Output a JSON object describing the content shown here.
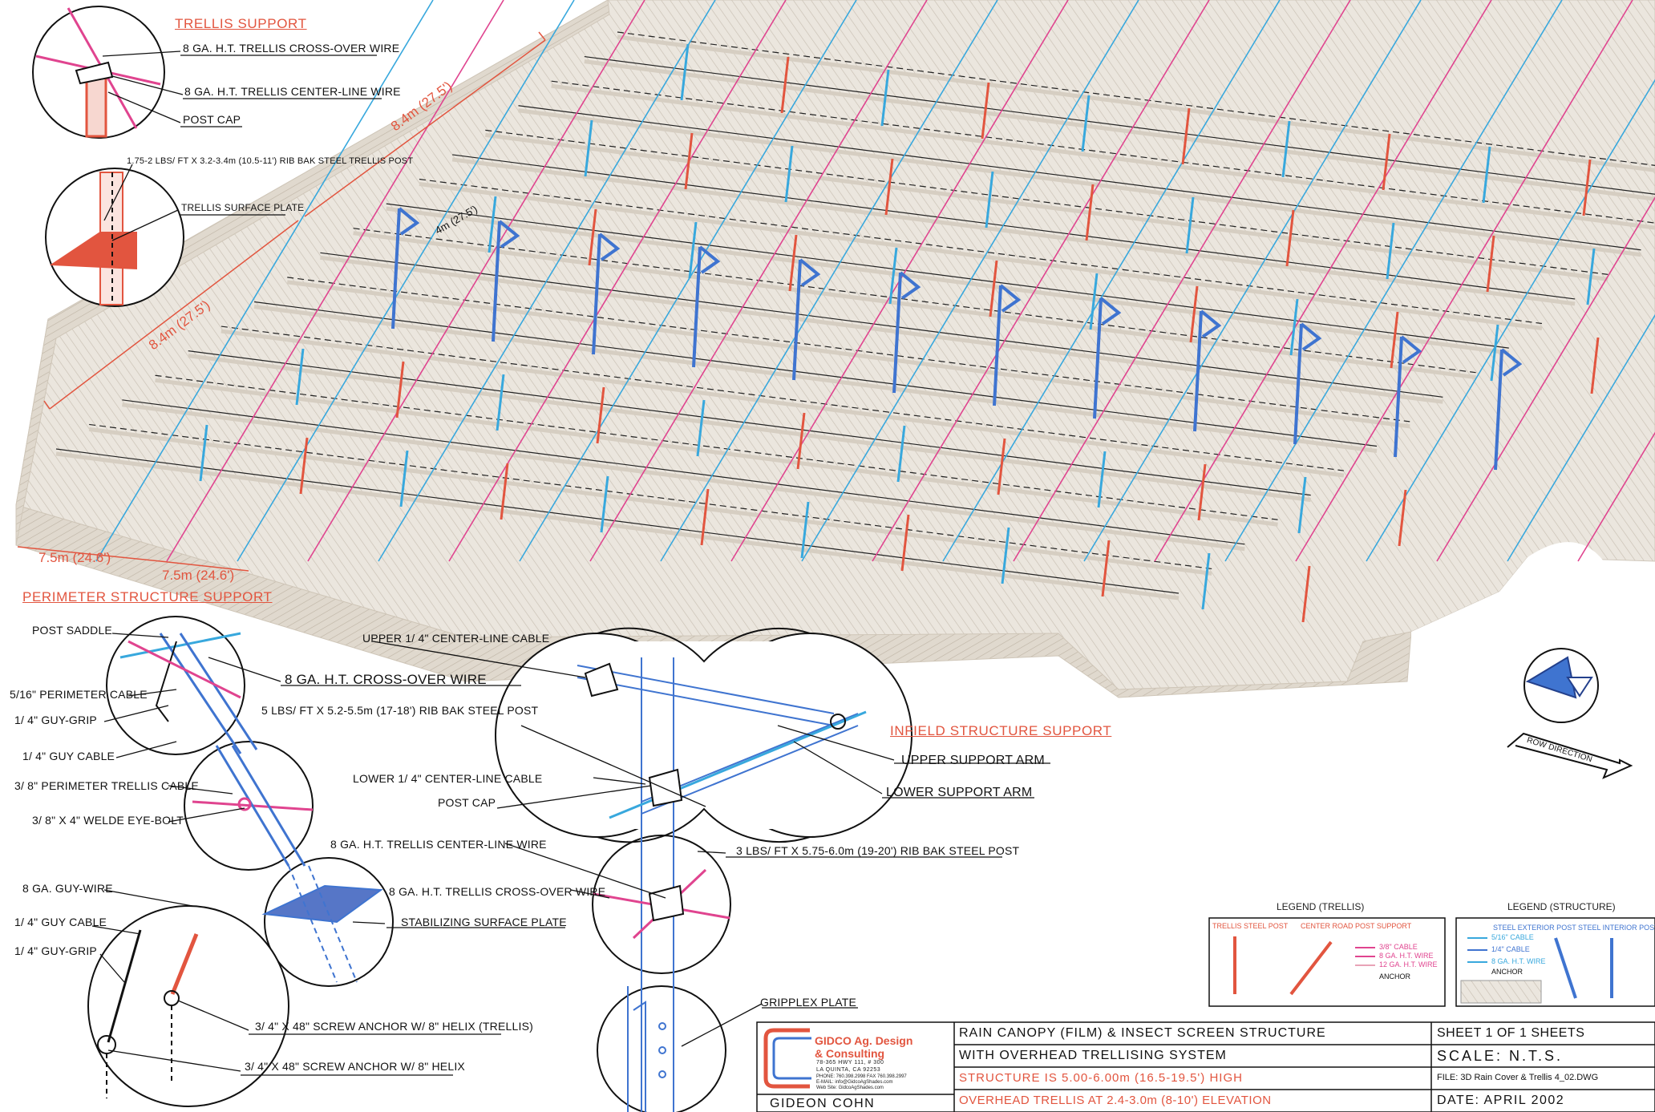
{
  "trellis_support": {
    "title": "TRELLIS SUPPORT",
    "labels": {
      "cross_over_wire": "8 GA. H.T. TRELLIS CROSS-OVER WIRE",
      "center_line_wire": "8 GA. H.T. TRELLIS CENTER-LINE WIRE",
      "post_cap": "POST CAP",
      "trellis_post": "1.75-2 LBS/ FT X 3.2-3.4m (10.5-11') RIB BAK STEEL TRELLIS POST",
      "surface_plate": "TRELLIS SURFACE PLATE"
    }
  },
  "dimensions": {
    "bay_length_upper": "8.4m (27.5')",
    "bay_length_lower": "8.4m (27.5')",
    "inner_length": "4m (27.5')",
    "row_width_1": "7.5m (24.6')",
    "row_width_2": "7.5m (24.6')"
  },
  "perimeter_support": {
    "title": "PERIMETER STRUCTURE SUPPORT",
    "labels": {
      "post_saddle": "POST SADDLE",
      "cross_over_wire": "8 GA. H.T. CROSS-OVER WIRE",
      "perimeter_cable": "5/16\" PERIMETER CABLE",
      "guy_grip": "1/ 4\" GUY-GRIP",
      "steel_post": "5 LBS/ FT X 5.2-5.5m (17-18') RIB BAK STEEL POST",
      "guy_cable": "1/ 4\" GUY CABLE",
      "trellis_cable": "3/ 8\" PERIMETER TRELLIS CABLE",
      "eye_bolt": "3/ 8\" X 4\" WELDE EYE-BOLT",
      "guy_wire": "8 GA. GUY-WIRE",
      "guy_cable_2": "1/ 4\" GUY CABLE",
      "guy_grip_2": "1/ 4\" GUY-GRIP",
      "anchor_trellis": "3/ 4\" X 48\" SCREW ANCHOR W/ 8\" HELIX (TRELLIS)",
      "anchor": "3/ 4\" X 48\" SCREW ANCHOR W/ 8\" HELIX"
    }
  },
  "infield_support": {
    "title": "INFIELD STRUCTURE SUPPORT",
    "labels": {
      "upper_cable": "UPPER 1/ 4\" CENTER-LINE CABLE",
      "upper_arm": "UPPER SUPPORT ARM",
      "lower_arm": "LOWER SUPPORT ARM",
      "lower_cable": "LOWER 1/ 4\" CENTER-LINE CABLE",
      "post_cap": "POST CAP",
      "center_line_wire": "8 GA. H.T. TRELLIS CENTER-LINE WIRE",
      "steel_post": "3 LBS/ FT X 5.75-6.0m (19-20') RIB BAK STEEL POST",
      "cross_over_wire": "8 GA. H.T. TRELLIS CROSS-OVER WIRE",
      "stabilizing_plate": "STABILIZING SURFACE PLATE",
      "gripplex_plate": "GRIPPLEX PLATE"
    }
  },
  "row_direction": "ROW DIRECTION",
  "legend_trellis": {
    "title": "LEGEND (TRELLIS)",
    "post": "TRELLIS STEEL POST",
    "center_post": "CENTER ROAD POST SUPPORT",
    "items": [
      "3/8\" CABLE",
      "8 GA. H.T. WIRE",
      "12 GA. H.T. WIRE",
      "ANCHOR"
    ]
  },
  "legend_structure": {
    "title": "LEGEND (STRUCTURE)",
    "exterior_post": "STEEL EXTERIOR POST",
    "interior_post": "STEEL INTERIOR POST",
    "items": [
      "5/16\" CABLE",
      "1/4\" CABLE",
      "8 GA. H.T. WIRE",
      "ANCHOR"
    ]
  },
  "title_block": {
    "company_1": "GIDCO Ag. Design",
    "company_2": "& Consulting",
    "address_1": "78-365 HWY 111, # 300",
    "address_2": "LA QUINTA, CA 92253",
    "phone": "PHONE: 760.398.2998    FAX 760.398.2997",
    "email": "E-MAIL: info@GidcoAgShades.com",
    "web": "Web Site: GidcoAgShades.com",
    "designer": "GIDEON COHN",
    "line_1": "RAIN CANOPY (FILM) & INSECT SCREEN STRUCTURE",
    "line_2": "WITH OVERHEAD TRELLISING SYSTEM",
    "line_3": "STRUCTURE IS 5.00-6.00m (16.5-19.5') HIGH",
    "line_4": "OVERHEAD TRELLIS AT 2.4-3.0m (8-10') ELEVATION",
    "sheet": "SHEET 1 OF 1 SHEETS",
    "scale": "SCALE: N.T.S.",
    "file": "FILE: 3D Rain Cover & Trellis 4_02.DWG",
    "date": "DATE: APRIL 2002"
  },
  "colors": {
    "red": "#e2553f",
    "blue": "#3f74d0",
    "cyan": "#38a8dd",
    "magenta": "#e0448f",
    "film": "#d6cec2"
  }
}
